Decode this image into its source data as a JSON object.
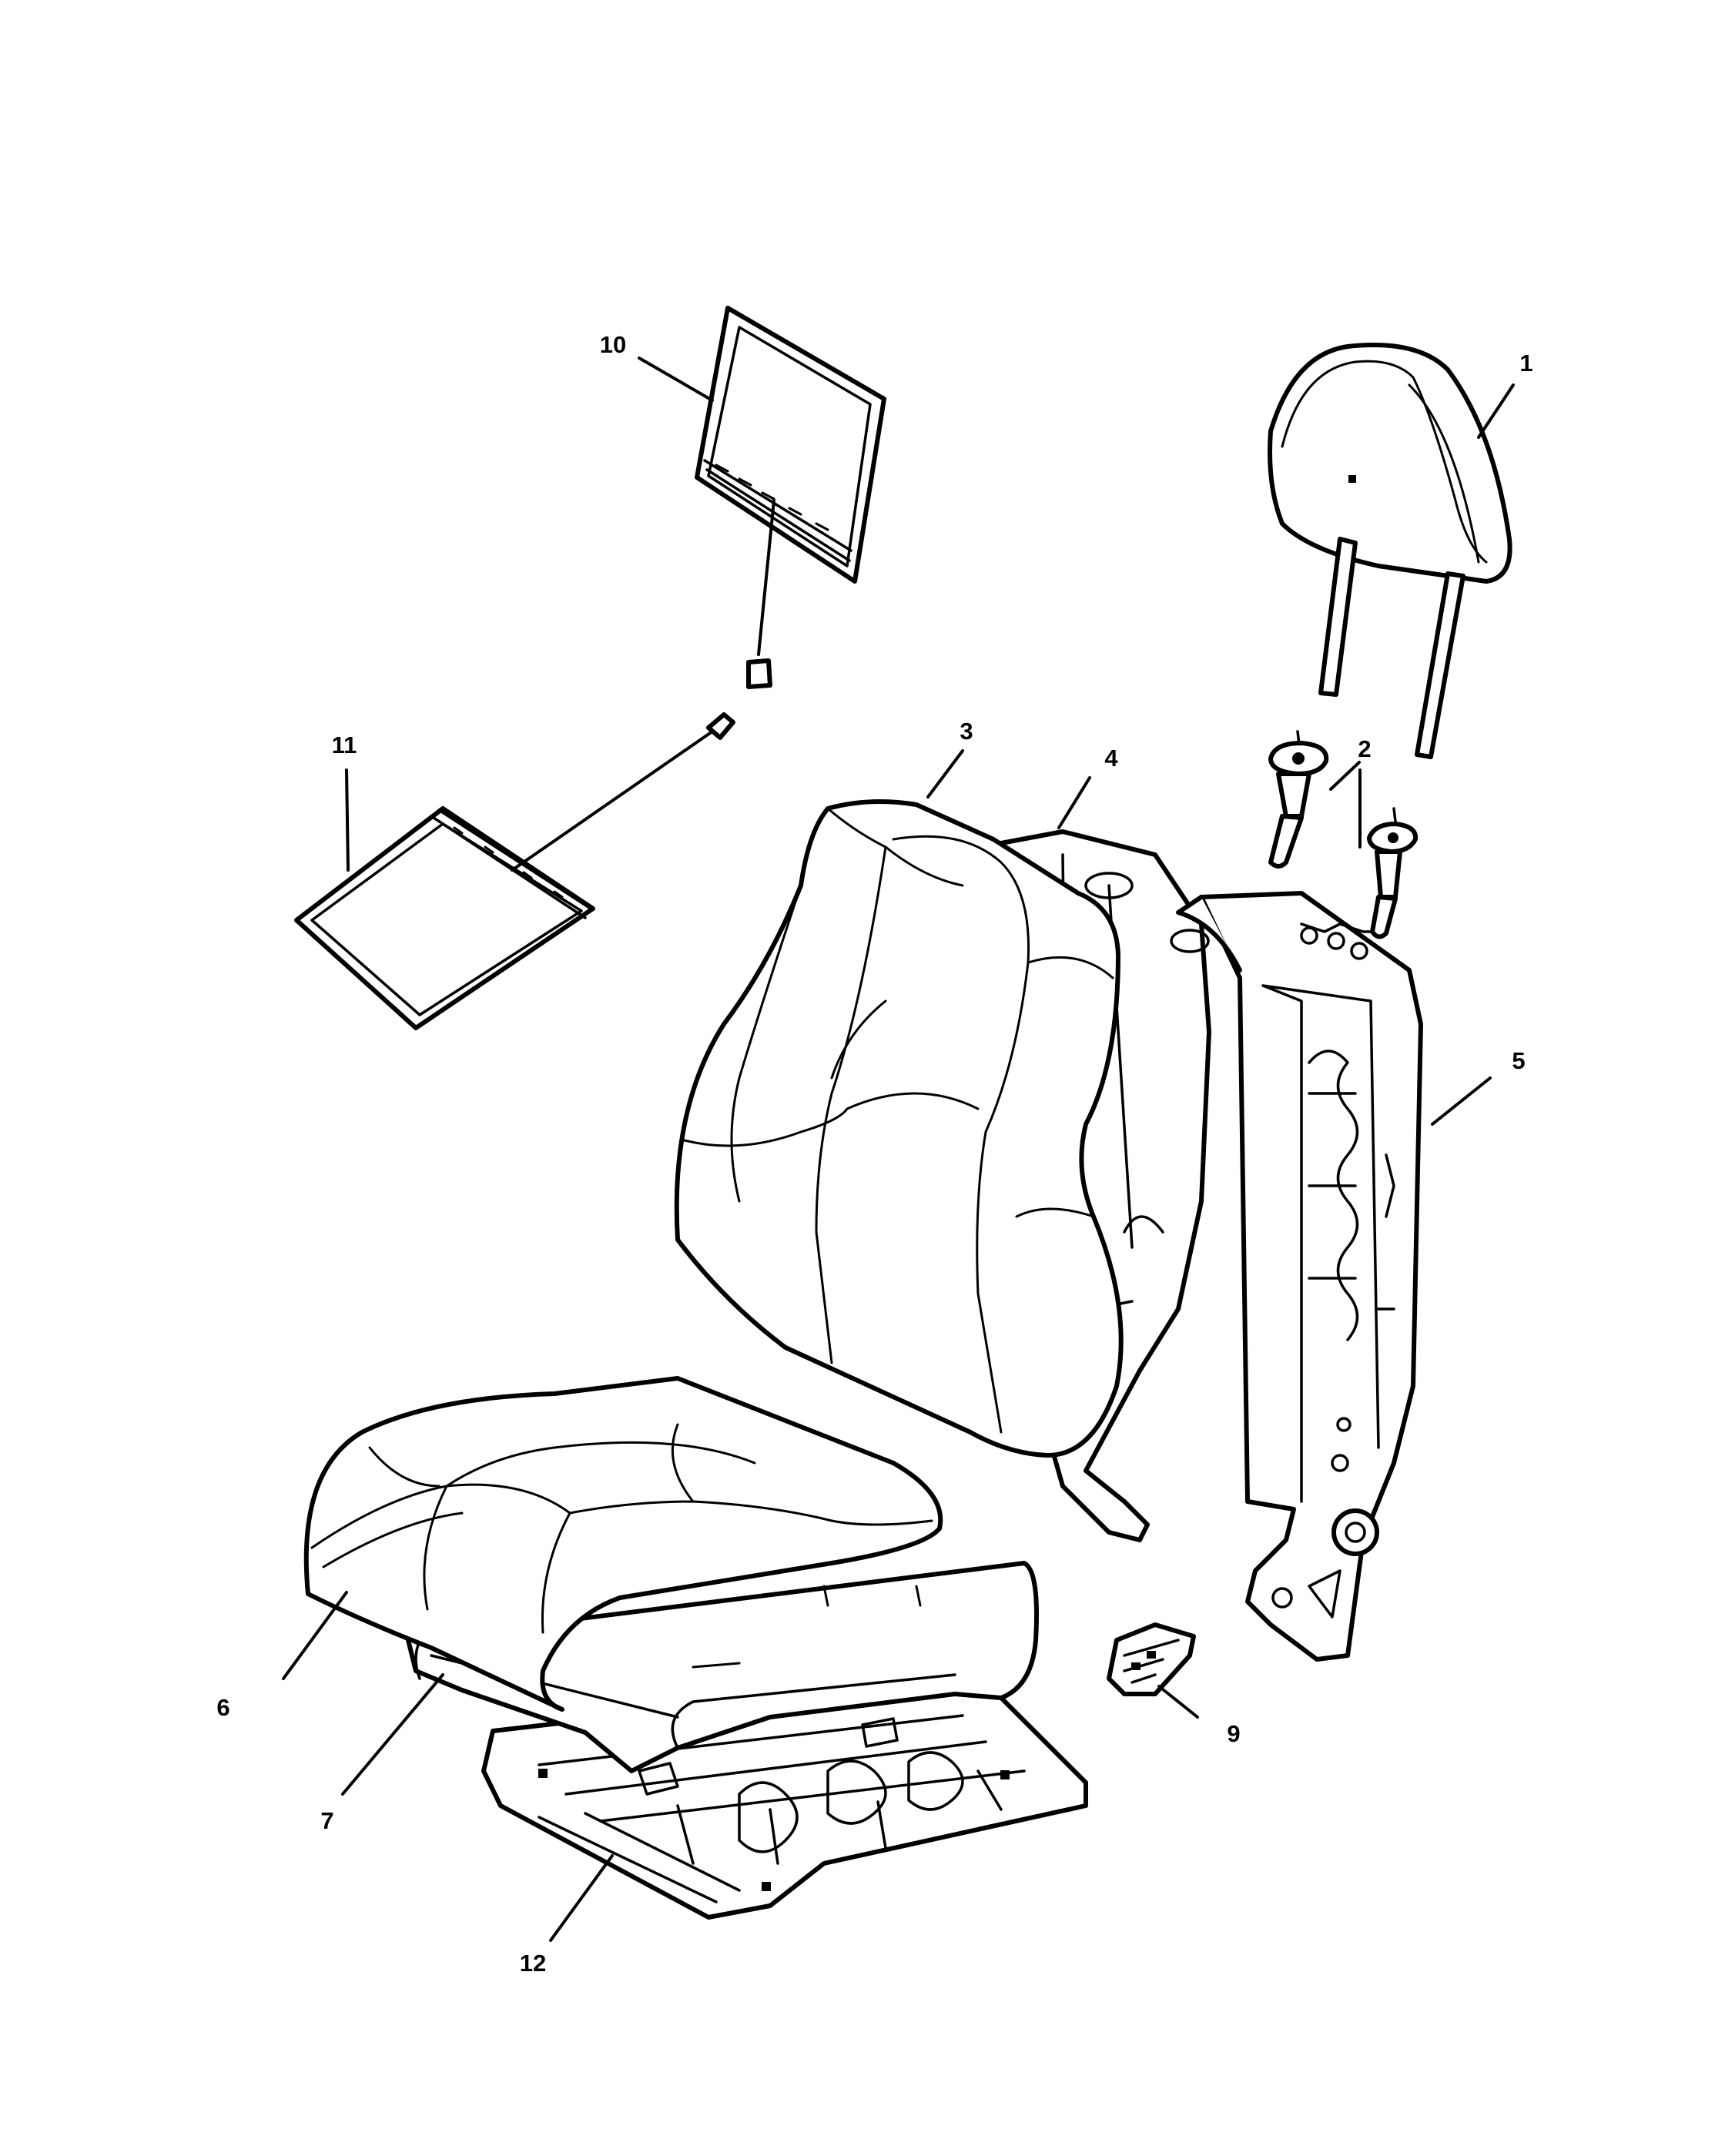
{
  "diagram": {
    "background": "#ffffff",
    "line_color": "#000000",
    "callouts": [
      {
        "id": "c1",
        "label": "1",
        "part": "headrest"
      },
      {
        "id": "c2",
        "label": "2",
        "part": "headrest-guide-sleeves"
      },
      {
        "id": "c3",
        "label": "3",
        "part": "seat-back-cover"
      },
      {
        "id": "c4",
        "label": "4",
        "part": "seat-back-foam"
      },
      {
        "id": "c5",
        "label": "5",
        "part": "seat-back-frame"
      },
      {
        "id": "c6",
        "label": "6",
        "part": "seat-cushion-cover"
      },
      {
        "id": "c7",
        "label": "7",
        "part": "seat-cushion-foam"
      },
      {
        "id": "c9",
        "label": "9",
        "part": "connector-bracket"
      },
      {
        "id": "c10",
        "label": "10",
        "part": "back-heater-element"
      },
      {
        "id": "c11",
        "label": "11",
        "part": "cushion-heater-element"
      },
      {
        "id": "c12",
        "label": "12",
        "part": "cushion-pan"
      }
    ]
  }
}
